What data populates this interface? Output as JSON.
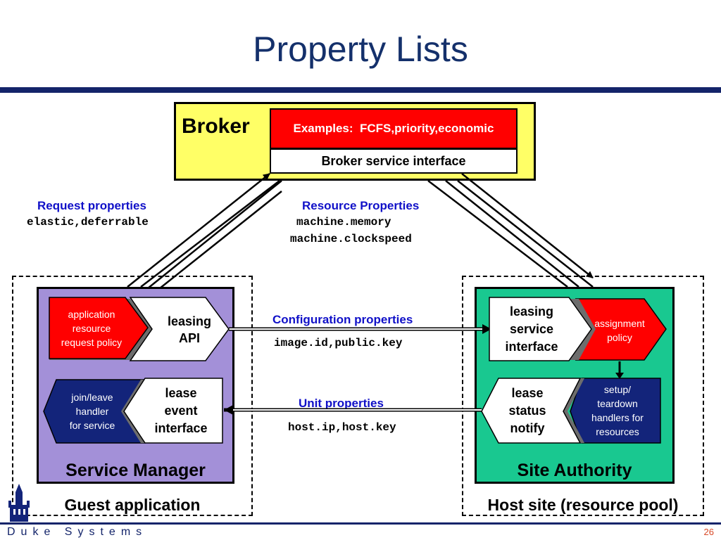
{
  "title": "Property Lists",
  "broker": {
    "label": "Broker",
    "examples": "Examples:  FCFS,priority,economic",
    "interface": "Broker service interface"
  },
  "request_properties": {
    "label": "Request properties",
    "values": "elastic,deferrable"
  },
  "resource_properties": {
    "label": "Resource Properties",
    "value1": "machine.memory",
    "value2": "machine.clockspeed"
  },
  "configuration_properties": {
    "label": "Configuration properties",
    "values": "image.id,public.key"
  },
  "unit_properties": {
    "label": "Unit properties",
    "values": "host.ip,host.key"
  },
  "service_manager": {
    "label": "Service Manager",
    "policy": [
      "application",
      "resource",
      "request policy"
    ],
    "leasing_api": [
      "leasing",
      "API"
    ],
    "join_leave": [
      "join/leave",
      "handler",
      "for service"
    ],
    "lease_event": [
      "lease",
      "event",
      "interface"
    ]
  },
  "site_authority": {
    "label": "Site Authority",
    "leasing_service": [
      "leasing",
      "service",
      "interface"
    ],
    "assignment": [
      "assignment",
      "policy"
    ],
    "lease_status": [
      "lease",
      "status",
      "notify"
    ],
    "setup_teardown": [
      "setup/",
      "teardown",
      "handlers for",
      "resources"
    ]
  },
  "guest_label": "Guest application",
  "host_label": "Host site (resource pool)",
  "footer": "Duke Systems",
  "page_number": "26",
  "colors": {
    "title": "#14306b",
    "broker_fill": "#ffff66",
    "red": "#ff0000",
    "navy": "#13247a",
    "service_manager_fill": "#a390d8",
    "site_authority_fill": "#19c890",
    "label_blue": "#1010c8"
  }
}
